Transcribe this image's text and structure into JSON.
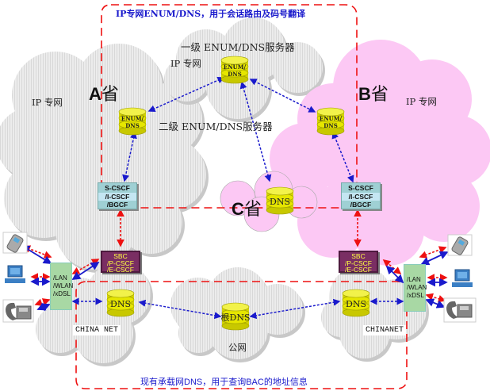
{
  "title_notes": {
    "top": "IP专网ENUM/DNS，用于会话路由及码号翻译",
    "bottom": "现有承载网DNS，用于查询BAC的地址信息"
  },
  "top_level": {
    "server_label": "一级 ENUM/DNS服务器",
    "network_label": "IP 专网",
    "db_label_line1": "ENUM/",
    "db_label_line2": "DNS"
  },
  "second_level_label": "二级 ENUM/DNS服务器",
  "provinces": {
    "a": {
      "letter": "A",
      "suffix": "省",
      "network_label": "IP 专网",
      "db_line1": "ENUM/",
      "db_line2": "DNS",
      "cscf": [
        "S-CSCF",
        "/I-CSCF",
        "/BGCF"
      ],
      "sbc": [
        "SBC",
        "/P-CSCF",
        "/E-CSCF"
      ],
      "access": [
        "/LAN",
        "/WLAN",
        "/xDSL"
      ],
      "carrier_label": "CHINA NET",
      "dns_label": "DNS"
    },
    "b": {
      "letter": "B",
      "suffix": "省",
      "network_label": "IP 专网",
      "db_line1": "ENUM/",
      "db_line2": "DNS",
      "cscf": [
        "S-CSCF",
        "/I-CSCF",
        "/BGCF"
      ],
      "sbc": [
        "SBC",
        "/P-CSCF",
        "/E-CSCF"
      ],
      "access": [
        "/LAN",
        "/WLAN",
        "/xDSL"
      ],
      "carrier_label": "CHINANET",
      "dns_label": "DNS"
    },
    "c": {
      "letter": "C",
      "suffix": "省",
      "dns_label": "DNS"
    }
  },
  "public_net": {
    "label": "公网",
    "root_dns_label": "根DNS"
  },
  "devices": {
    "left": [
      "mobile-phone",
      "desktop-computer",
      "desk-phone"
    ],
    "right": [
      "mobile-phone",
      "desktop-computer",
      "desk-phone"
    ]
  },
  "colors": {
    "boundary": "#ee1111",
    "signaling": "#1a1acc",
    "province_b_cloud": "#fcc8f4",
    "cloud_gray": "#e8e8e8",
    "db_yellow": "#e6e600"
  }
}
